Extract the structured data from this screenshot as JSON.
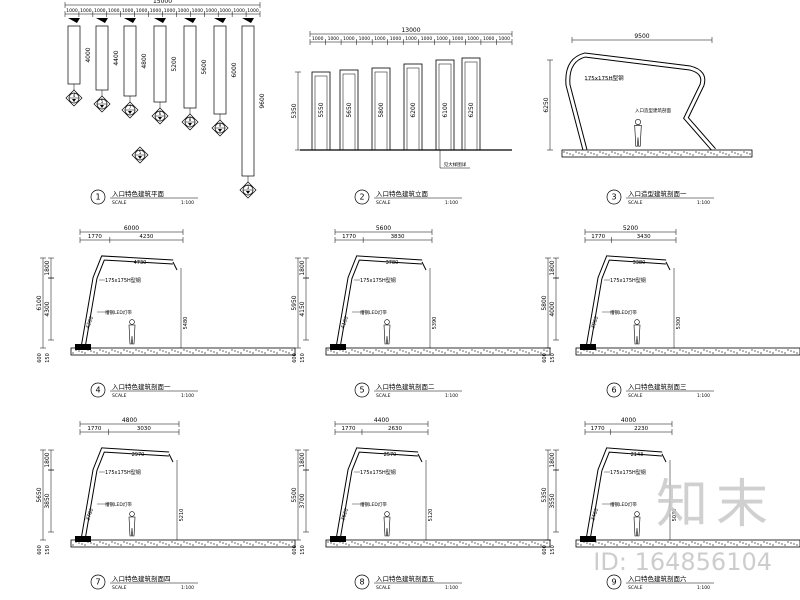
{
  "panels": [
    {
      "num": "1",
      "title": "入口特色建筑平面",
      "scale_label": "SCALE",
      "scale": "1:100"
    },
    {
      "num": "2",
      "title": "入口特色建筑立面",
      "scale_label": "SCALE",
      "scale": "1:100"
    },
    {
      "num": "3",
      "title": "入口造型建筑剖面一",
      "scale_label": "SCALE",
      "scale": "1:100"
    },
    {
      "num": "4",
      "title": "入口特色建筑剖面一",
      "scale_label": "SCALE",
      "scale": "1:100"
    },
    {
      "num": "5",
      "title": "入口特色建筑剖面二",
      "scale_label": "SCALE",
      "scale": "1:100"
    },
    {
      "num": "6",
      "title": "入口特色建筑剖面三",
      "scale_label": "SCALE",
      "scale": "1:100"
    },
    {
      "num": "7",
      "title": "入口特色建筑剖面四",
      "scale_label": "SCALE",
      "scale": "1:100"
    },
    {
      "num": "8",
      "title": "入口特色建筑剖面五",
      "scale_label": "SCALE",
      "scale": "1:100"
    },
    {
      "num": "9",
      "title": "入口特色建筑剖面六",
      "scale_label": "SCALE",
      "scale": "1:100"
    }
  ],
  "plan": {
    "total": "15000",
    "segments": [
      "1000",
      "1000",
      "1000",
      "1000",
      "1000",
      "1000",
      "1000",
      "1000",
      "1000",
      "1000",
      "1000",
      "1000",
      "1000",
      "1000"
    ],
    "bar_dims": [
      "4000",
      "4400",
      "4800",
      "5200",
      "5600",
      "6000",
      "9600"
    ],
    "callouts": [
      "4",
      "5",
      "7",
      "6",
      "8",
      "9",
      "3"
    ],
    "extra_callout": "5"
  },
  "elevation": {
    "total": "13000",
    "segments": [
      "1000",
      "1000",
      "1000",
      "1000",
      "1000",
      "1000",
      "1000",
      "1000",
      "1000",
      "1000",
      "1000",
      "1000",
      "1000"
    ],
    "left_dim": "5350",
    "bar_dims": [
      "5550",
      "5650",
      "5800",
      "6200",
      "6100",
      "6250"
    ],
    "note": "见大样图详"
  },
  "section_one": {
    "width": "9500",
    "height": "6250",
    "member": "175x175H型钢",
    "note": "入口造型建筑剖面"
  },
  "sections": [
    {
      "width": "6000",
      "seg_a": "1770",
      "seg_b": "4230",
      "upper": "1800",
      "lower": "4300",
      "total": "6100",
      "inner_top": "4730",
      "inner_right": "5480",
      "diag": "4200",
      "base_a": "600",
      "base_b": "150",
      "member": "175x175H型钢",
      "light": "槽钢LED灯带"
    },
    {
      "width": "5600",
      "seg_a": "1770",
      "seg_b": "3830",
      "upper": "1800",
      "lower": "4150",
      "total": "5950",
      "inner_top": "3780",
      "inner_right": "5390",
      "diag": "4100",
      "base_a": "600",
      "base_b": "150",
      "member": "175x175H型钢",
      "light": "槽钢LED灯带"
    },
    {
      "width": "5200",
      "seg_a": "1770",
      "seg_b": "3430",
      "upper": "1800",
      "lower": "4000",
      "total": "5800",
      "inner_top": "3380",
      "inner_right": "5300",
      "diag": "3960",
      "base_a": "600",
      "base_b": "150",
      "member": "175x175H型钢",
      "light": "槽钢LED灯带"
    },
    {
      "width": "4800",
      "seg_a": "1770",
      "seg_b": "3030",
      "upper": "1800",
      "lower": "3850",
      "total": "5650",
      "inner_top": "2970",
      "inner_right": "5210",
      "diag": "3780",
      "base_a": "600",
      "base_b": "150",
      "member": "175x175H型钢",
      "light": "槽钢LED灯带"
    },
    {
      "width": "4400",
      "seg_a": "1770",
      "seg_b": "2630",
      "upper": "1800",
      "lower": "3700",
      "total": "5500",
      "inner_top": "2570",
      "inner_right": "5120",
      "diag": "3620",
      "base_a": "600",
      "base_b": "150",
      "member": "175x175H型钢",
      "light": "槽钢LED灯带"
    },
    {
      "width": "4000",
      "seg_a": "1770",
      "seg_b": "2230",
      "upper": "1800",
      "lower": "3550",
      "total": "5350",
      "inner_top": "2143",
      "inner_right": "5030",
      "diag": "3460",
      "base_a": "600",
      "base_b": "150",
      "member": "175x175H型钢",
      "light": "槽钢LED灯带"
    }
  ],
  "watermark": {
    "logo": "知末",
    "id": "ID: 164856104"
  }
}
